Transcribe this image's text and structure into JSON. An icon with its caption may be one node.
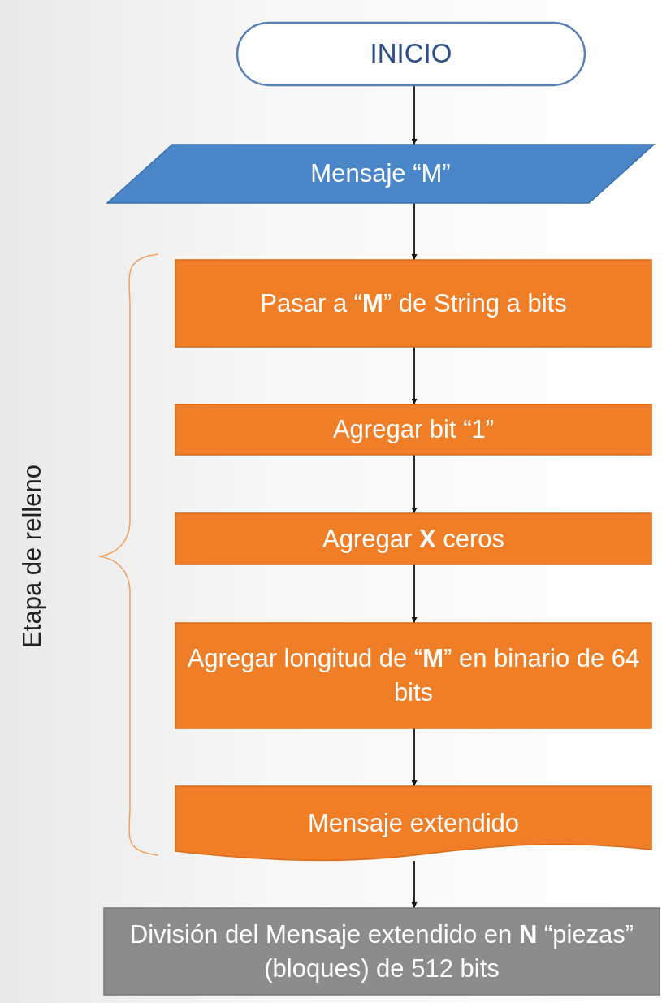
{
  "diagram": {
    "nodes": [
      {
        "text": [
          "INICIO"
        ]
      },
      {
        "text": [
          "Mensaje “M”"
        ]
      },
      {
        "text": [
          "Pasar a “**M**” de String a bits"
        ]
      },
      {
        "text": [
          "Agregar bit “1”"
        ]
      },
      {
        "text": [
          "Agregar **X** ceros"
        ]
      },
      {
        "text": [
          "Agregar longitud de “**M**” en binario de 64 bits"
        ]
      },
      {
        "text": [
          "Mensaje extendido"
        ]
      },
      {
        "text": [
          "División del Mensaje extendido en **N** “piezas” (bloques) de 512 bits"
        ]
      }
    ],
    "edges": [
      {
        "from": 0,
        "to": 1,
        "arrow": "to"
      },
      {
        "from": 1,
        "to": 2,
        "arrow": "to"
      },
      {
        "from": 2,
        "to": 3,
        "arrow": "to"
      },
      {
        "from": 3,
        "to": 4,
        "arrow": "to"
      },
      {
        "from": 4,
        "to": 5,
        "arrow": "to"
      },
      {
        "from": 5,
        "to": 6,
        "arrow": "to"
      },
      {
        "from": 6,
        "to": 7,
        "arrow": "to"
      }
    ],
    "labels": [
      "Etapa de relleno"
    ]
  }
}
